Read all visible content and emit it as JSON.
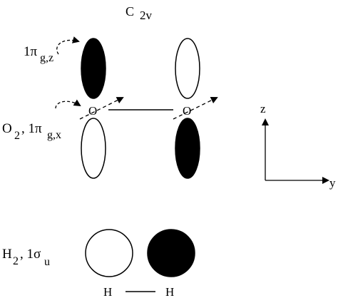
{
  "title": {
    "letter": "C",
    "subscript": "2v"
  },
  "labels": {
    "pi_gz": {
      "main": "1π",
      "sub": "g,z"
    },
    "o2_pigx": {
      "main": "O",
      "sub1": "2",
      "mid": " , 1π",
      "sub2": "g,x"
    },
    "h2_sigma": {
      "main": "H",
      "sub1": "2",
      "mid": " , 1σ",
      "sub2": "u"
    }
  },
  "atoms": {
    "o_left": "O",
    "o_right": "O",
    "h_left": "H",
    "h_right": "H"
  },
  "axes": {
    "vertical": "z",
    "horizontal": "y"
  },
  "orbital_shading": {
    "o_left_upper": "black",
    "o_left_lower": "white",
    "o_right_upper": "white",
    "o_right_lower": "black",
    "h_left": "white",
    "h_right": "black"
  },
  "colors": {
    "ink": "#000000",
    "paper": "#ffffff"
  }
}
